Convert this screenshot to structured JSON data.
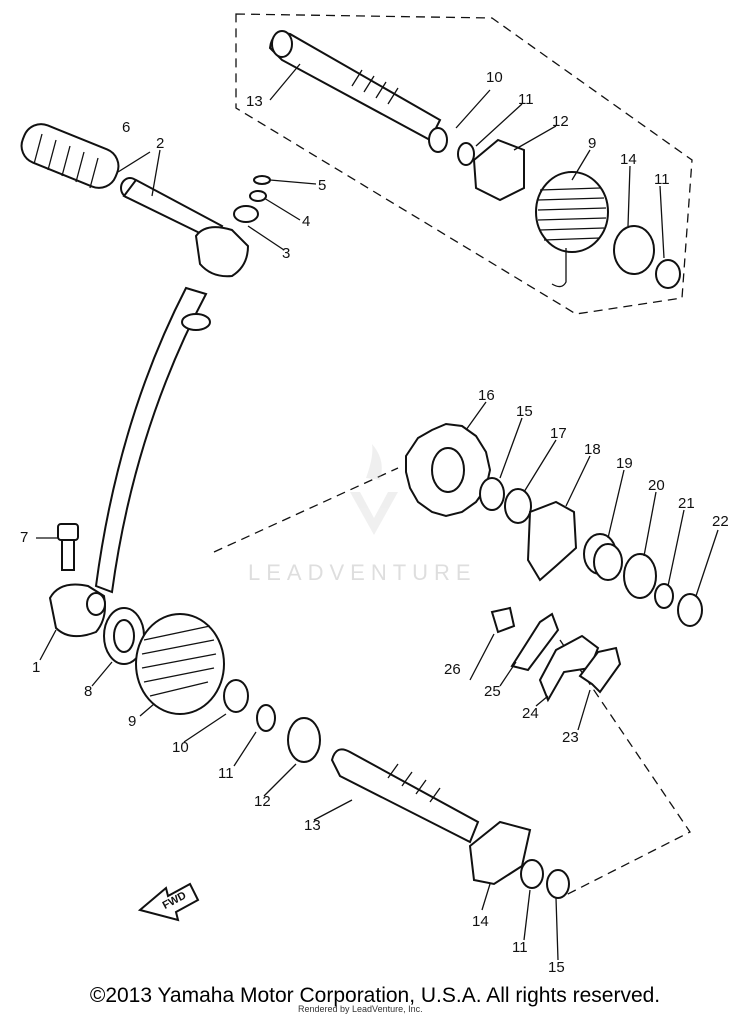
{
  "diagram": {
    "part_labels": [
      "1",
      "2",
      "3",
      "4",
      "5",
      "6",
      "7",
      "8",
      "9",
      "10",
      "11",
      "12",
      "13",
      "14",
      "15",
      "16",
      "17",
      "18",
      "19",
      "20",
      "21",
      "22",
      "23",
      "24",
      "25",
      "26"
    ],
    "fwd_marker": "FWD"
  },
  "watermark": {
    "brand": "LEADVENTURE"
  },
  "footer": {
    "copyright": "©2013 Yamaha Motor Corporation, U.S.A. All rights reserved.",
    "rendered_by": "Rendered by LeadVenture, Inc."
  }
}
